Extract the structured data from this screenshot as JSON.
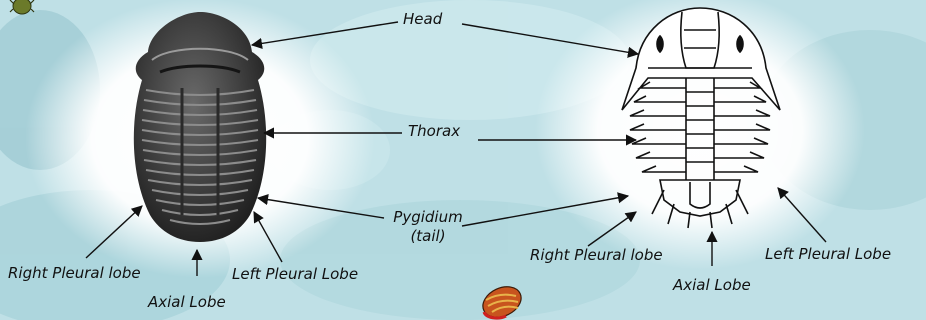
{
  "labels": {
    "head": "Head",
    "thorax": "Thorax",
    "pygidium_line1": "Pygidium",
    "pygidium_line2": "(tail)",
    "left_right_pleural": "Right Pleural lobe",
    "left_axial": "Axial Lobe",
    "left_left_pleural": "Left Pleural Lobe",
    "right_right_pleural": "Right Pleural lobe",
    "right_axial": "Axial Lobe",
    "right_left_pleural": "Left Pleural Lobe"
  },
  "colors": {
    "background": "#bfe0e6",
    "glow": "#ffffff",
    "fossil": "#3a3a3a",
    "ink": "#111111"
  },
  "icons": {
    "corner": "small-trilobite-icon",
    "bottom": "colored-trilobite-icon"
  }
}
